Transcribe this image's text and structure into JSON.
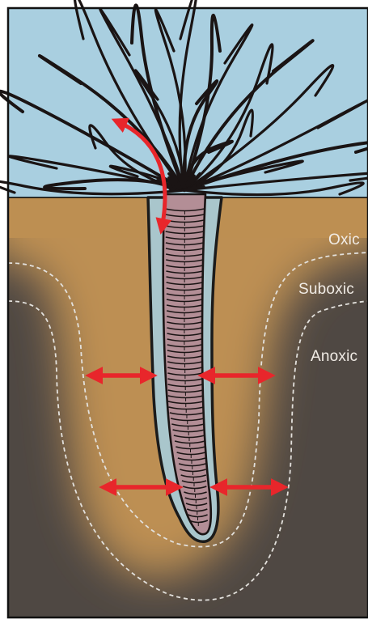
{
  "zones": {
    "oxic": "Oxic",
    "suboxic": "Suboxic",
    "anoxic": "Anoxic"
  },
  "colors": {
    "water": "#a9cfe0",
    "oxic_sediment": "#bd8f52",
    "anoxic_sediment": "#4f4843",
    "burrow_lining": "#a9c6cc",
    "worm_body": "#b38e96",
    "tentacles": "#1a1414",
    "exchange_arrows": "#e8262b",
    "boundary_dashes": "#e3e1dd"
  },
  "icons": {
    "ventilation_arrow": "curved-double-arrow",
    "exchange_arrow": "horizontal-double-arrow"
  }
}
